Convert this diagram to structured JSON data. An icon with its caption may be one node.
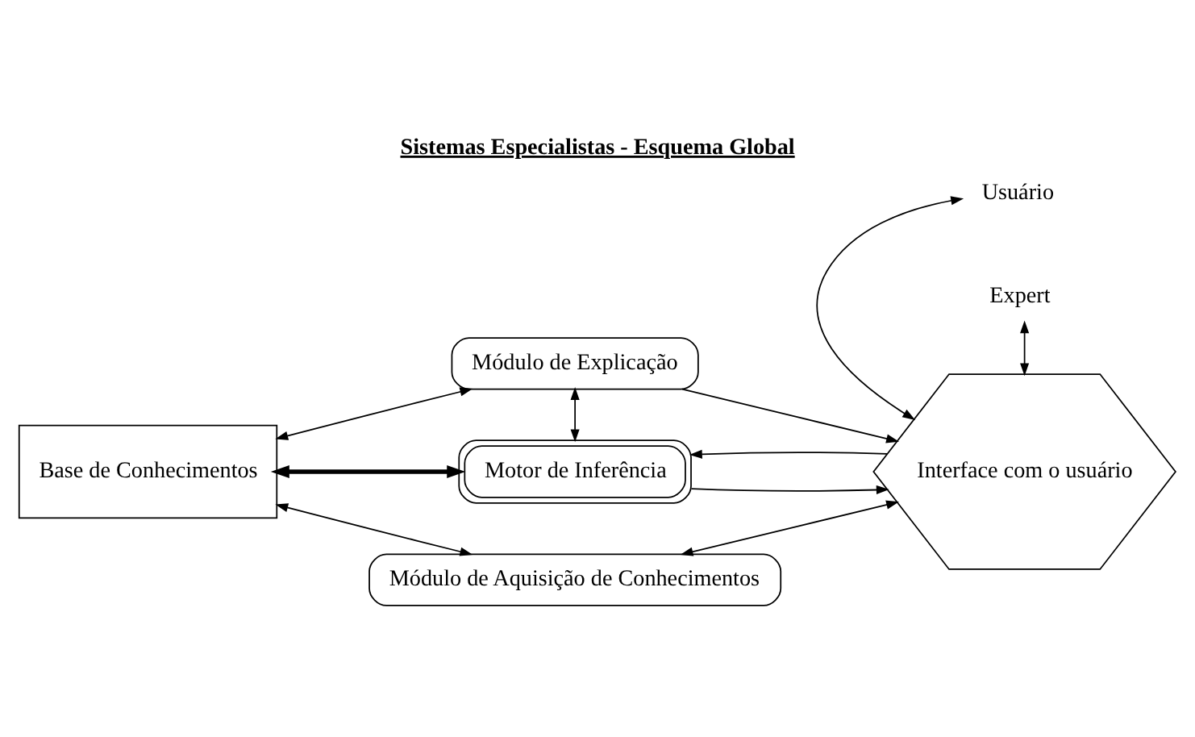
{
  "diagram": {
    "title": "Sistemas Especialistas - Esquema Global",
    "nodes": [
      {
        "text": [
          "Base de Conhecimentos"
        ]
      },
      {
        "text": [
          "Módulo de Explicação"
        ]
      },
      {
        "text": [
          "Motor de Inferência"
        ]
      },
      {
        "text": [
          "Módulo de Aquisição de Conhecimentos"
        ]
      },
      {
        "text": [
          "Interface com o usuário"
        ]
      },
      {
        "text": [
          "Usuário"
        ]
      },
      {
        "text": [
          "Expert"
        ]
      }
    ],
    "edges": [
      {
        "from": 0,
        "to": 1,
        "arrow": "both"
      },
      {
        "from": 0,
        "to": 2,
        "arrow": "both",
        "style": "thick"
      },
      {
        "from": 0,
        "to": 3,
        "arrow": "both"
      },
      {
        "from": 1,
        "to": 2,
        "arrow": "both"
      },
      {
        "from": 1,
        "to": 4,
        "arrow": "to"
      },
      {
        "from": 4,
        "to": 2,
        "arrow": "to"
      },
      {
        "from": 2,
        "to": 4,
        "arrow": "to"
      },
      {
        "from": 4,
        "to": 3,
        "arrow": "both"
      },
      {
        "from": 5,
        "to": 4,
        "arrow": "both"
      },
      {
        "from": 6,
        "to": 4,
        "arrow": "both"
      }
    ]
  }
}
